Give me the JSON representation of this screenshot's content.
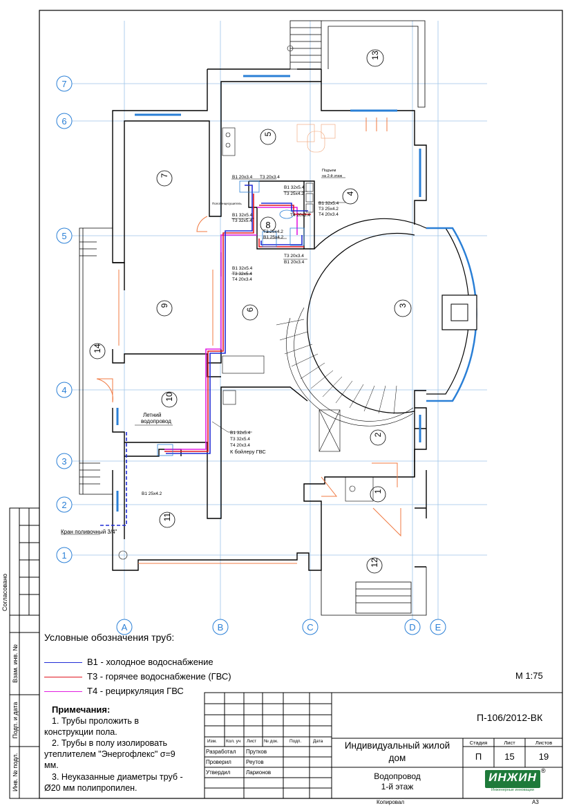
{
  "axes": {
    "rows": [
      "7",
      "6",
      "5",
      "4",
      "3",
      "2",
      "1"
    ],
    "cols": [
      "A",
      "B",
      "C",
      "D",
      "E"
    ]
  },
  "rooms": [
    "13",
    "5",
    "7",
    "4",
    "8",
    "3",
    "9",
    "6",
    "14",
    "10",
    "2",
    "1",
    "11",
    "12"
  ],
  "pipe_labels": {
    "l1": "В1 20х3.4",
    "l2": "Т3 20х3.4",
    "l3": "В1 32х5.4",
    "l4": "Т3 25х4.2",
    "l5": "Подъем",
    "l6": "на 2-й этаж",
    "l7": "В1 32х5.4",
    "l8": "Т3 25х4.2",
    "l9": "Т4 20х3.4",
    "l10": "Т4 20х3.4",
    "l11": "В1 32х5.4",
    "l12": "Т3 32х5.4",
    "l13": "Т3 25х4.2",
    "l14": "В1 25х4.2",
    "l15": "Т3 20х3.4",
    "l16": "В1 20х3.4",
    "l17": "В1 32х5.4",
    "l18": "Т3 32х5.4",
    "l19": "Т4 20х3.4",
    "l20": "В1 32х5.4",
    "l21": "Т3 32х5.4",
    "l22": "Т4 20х3.4",
    "l23": "К бойлеру ГВС",
    "l24": "Летний",
    "l25": "водопровод",
    "l26": "В1 25х4.2",
    "l27": "Кран поливочный 3/4\"",
    "l28": "Полотенцесушитель"
  },
  "legend": {
    "title": "Условные обозначения труб:",
    "items": [
      {
        "text": "В1 - холодное водоснабжение",
        "color": "#1f2bd6"
      },
      {
        "text": "Т3 - горячее водоснабжение (ГВС)",
        "color": "#e0141e"
      },
      {
        "text": "Т4 - рециркуляция ГВС",
        "color": "#e21ce0"
      }
    ]
  },
  "scale": "М 1:75",
  "notes": {
    "title": "Примечания:",
    "n1": "1. Трубы проложить в",
    "n1b": "конструкции пола.",
    "n2": "2. Трубы в полу изолировать",
    "n2b": "утеплителем \"Энергофлекс\" σ=9",
    "n2c": "мм.",
    "n3": "3. Неуказанные диаметры труб -",
    "n3b": "Ø20 мм полипропилен."
  },
  "side_stamp": {
    "s1": "Согласовано",
    "s2": "Взам. инв. №",
    "s3": "Подп. и дата",
    "s4": "Инв. № подл."
  },
  "title_block": {
    "code": "П-106/2012-ВК",
    "h_izm": "Изм.",
    "h_kol": "Кол. уч",
    "h_list": "Лист",
    "h_doc": "№ док.",
    "h_podp": "Подп.",
    "h_date": "Дата",
    "r1": "Разработал",
    "r1n": "Прутков",
    "r2": "Проверил",
    "r2n": "Реутов",
    "r3": "Утвердил",
    "r3n": "Ларионов",
    "project1": "Индивидуальный жилой",
    "project2": "дом",
    "sheet1": "Водопровод",
    "sheet2": "1-й этаж",
    "stage_h": "Стадия",
    "list_h": "Лист",
    "lists_h": "Листов",
    "stage": "П",
    "list": "15",
    "lists": "19",
    "logo": "ИНЖИН",
    "logo_sub": "Инженерные инновации",
    "reg": "®",
    "copied": "Копировал",
    "format": "А3"
  },
  "colors": {
    "cold": "#1f2bd6",
    "hot": "#e0141e",
    "recirc": "#e21ce0",
    "grid": "#9cc3e8",
    "wall": "#000000",
    "window": "#2a7fd6",
    "door": "#f07840"
  }
}
